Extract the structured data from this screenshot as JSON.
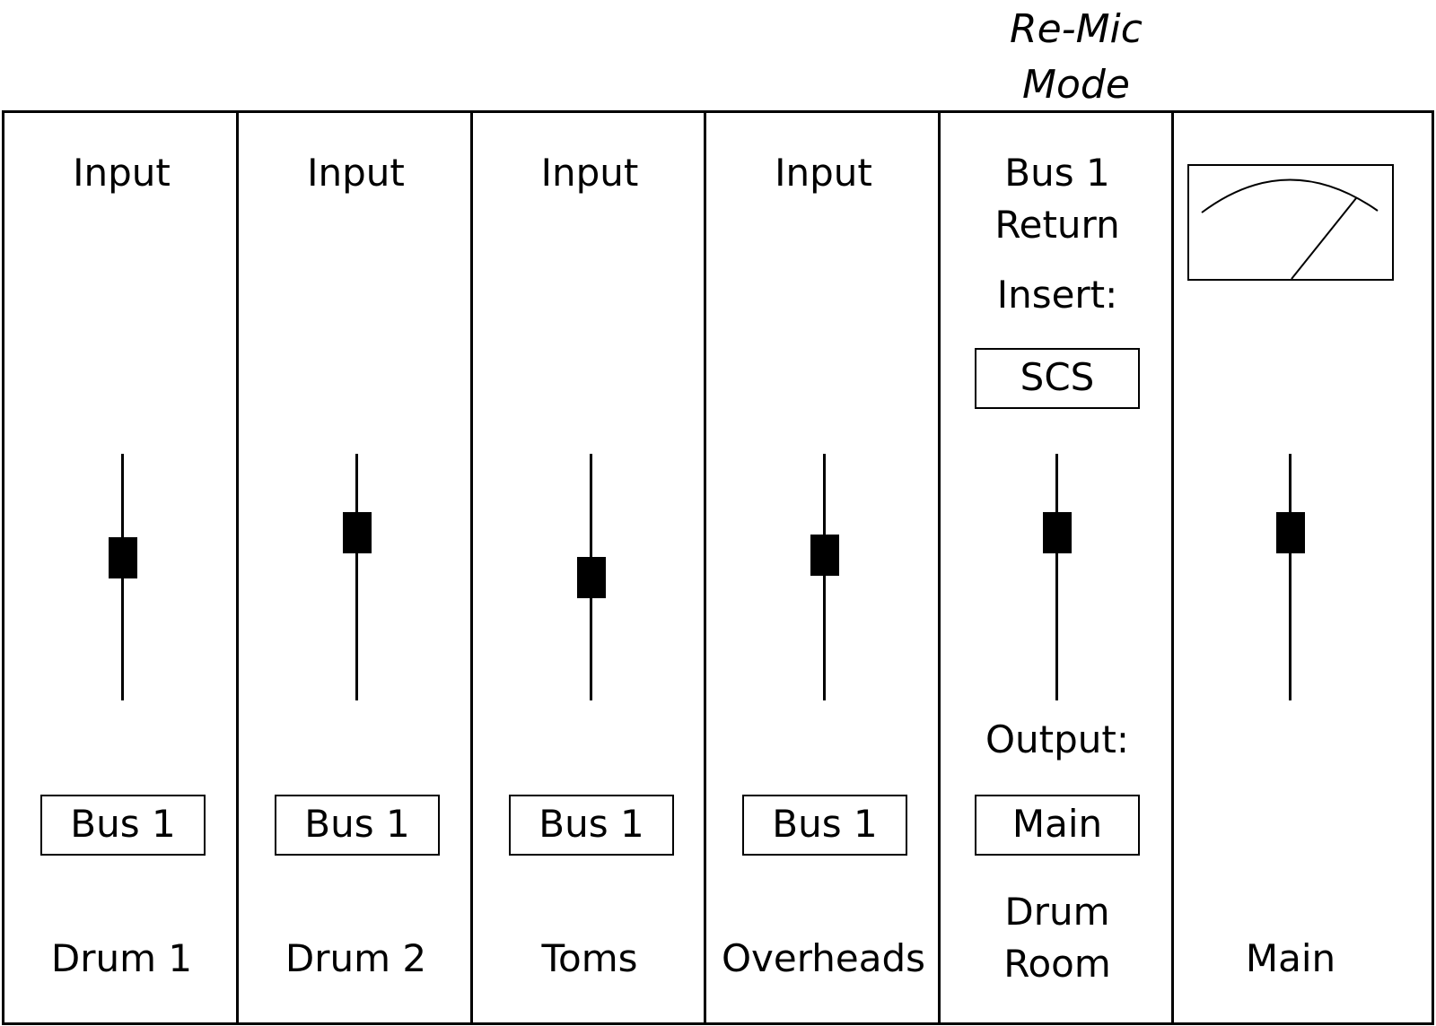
{
  "mode_title": "Re-Mic\nMode",
  "colors": {
    "ink": "#000000",
    "background": "#ffffff"
  },
  "channels": [
    {
      "name": "Drum 1",
      "top_label": "Input",
      "output": "Bus 1",
      "fader_level": 0.58
    },
    {
      "name": "Drum 2",
      "top_label": "Input",
      "output": "Bus 1",
      "fader_level": 0.68
    },
    {
      "name": "Toms",
      "top_label": "Input",
      "output": "Bus 1",
      "fader_level": 0.5
    },
    {
      "name": "Overheads",
      "top_label": "Input",
      "output": "Bus 1",
      "fader_level": 0.59
    }
  ],
  "return_channel": {
    "name": "Drum\nRoom",
    "top_label": "Bus 1\nReturn",
    "insert_label": "Insert:",
    "insert_plugin": "SCS",
    "output_label": "Output:",
    "output": "Main",
    "fader_level": 0.68
  },
  "main_channel": {
    "name": "Main",
    "meter_icon": "vu-meter-icon",
    "fader_level": 0.68
  }
}
